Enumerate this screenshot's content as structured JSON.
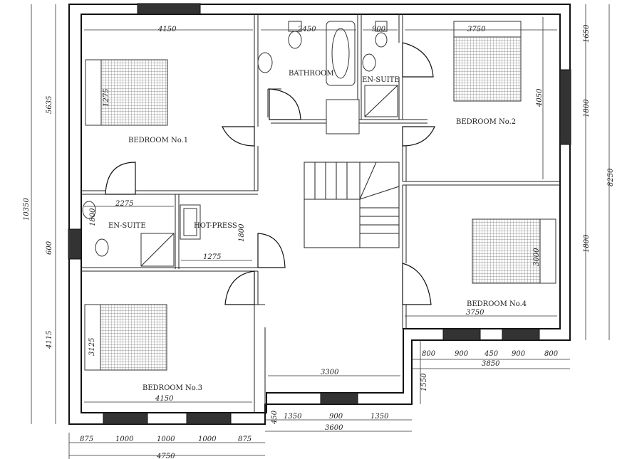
{
  "rooms": {
    "bedroom1": "BEDROOM No.1",
    "bedroom2": "BEDROOM No.2",
    "bedroom3": "BEDROOM No.3",
    "bedroom4": "BEDROOM No.4",
    "bathroom": "BATHROOM",
    "ensuite_top": "EN-SUITE",
    "ensuite_left": "EN-SUITE",
    "hotpress": "HOT-PRESS"
  },
  "dimensions": {
    "top_4150": "4150",
    "top_2450": "2450",
    "top_900": "900",
    "top_3750": "3750",
    "bed1_1275": "1275",
    "bed2_4050": "4050",
    "ens_2275": "2275",
    "ens_1800": "1800",
    "hp_1800": "1800",
    "hp_1275": "1275",
    "bed4_3000": "3000",
    "bed4_3750": "3750",
    "bed3_3125": "3125",
    "bed3_4150": "4150",
    "hall_3300": "3300",
    "left_5635": "5635",
    "left_10350": "10350",
    "left_600": "600",
    "left_4115": "4115",
    "right_1650": "1650",
    "right_1800": "1800",
    "right_8250": "8250",
    "right_1800b": "1800",
    "r_800a": "800",
    "r_900a": "900",
    "r_450": "450",
    "r_900b": "900",
    "r_800b": "800",
    "r_3850": "3850",
    "r_1550": "1550",
    "b_450": "450",
    "b_1350a": "1350",
    "b_900": "900",
    "b_1350b": "1350",
    "b_3600": "3600",
    "bl_875a": "875",
    "bl_1000a": "1000",
    "bl_1000b": "1000",
    "bl_1000c": "1000",
    "bl_875b": "875",
    "bl_4750": "4750"
  }
}
